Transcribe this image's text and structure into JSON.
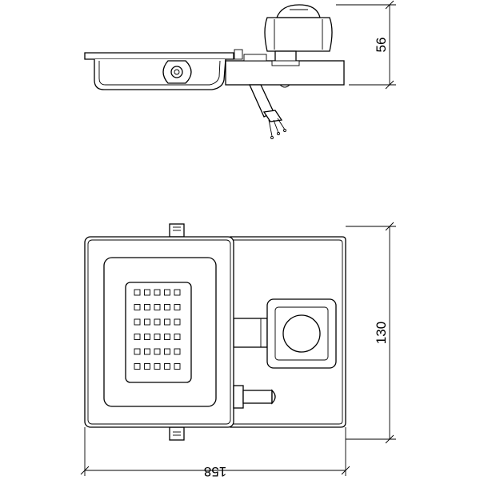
{
  "dimensions": {
    "side_height": "56",
    "front_height": "130",
    "front_width": "158"
  },
  "led_grid": {
    "rows": 6,
    "cols": 5
  }
}
